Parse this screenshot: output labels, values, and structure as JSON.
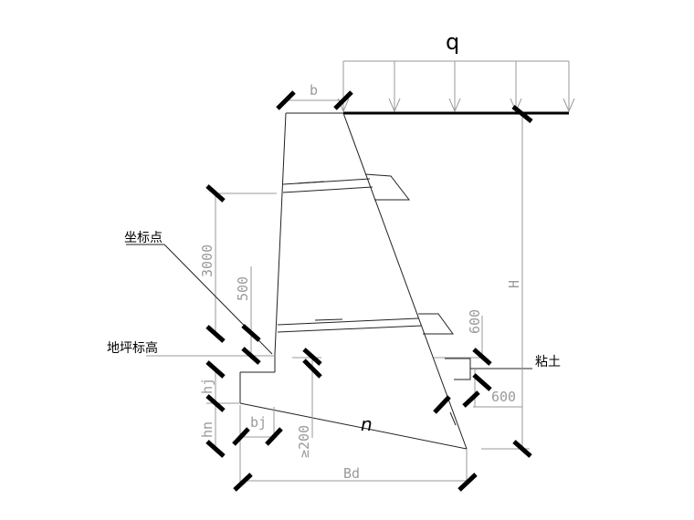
{
  "labels": {
    "q": "q",
    "b": "b",
    "H": "H",
    "dim_3000": "3000",
    "dim_500": "500",
    "dim_600": "600",
    "dim_600b": "600",
    "hj": "hj",
    "hn": "hn",
    "bj": "bj",
    "dim_ge200": "≥200",
    "Bd": "Bd",
    "n": "n",
    "coord_point": "坐标点",
    "ground_elev": "地坪标高",
    "clay": "粘土"
  }
}
